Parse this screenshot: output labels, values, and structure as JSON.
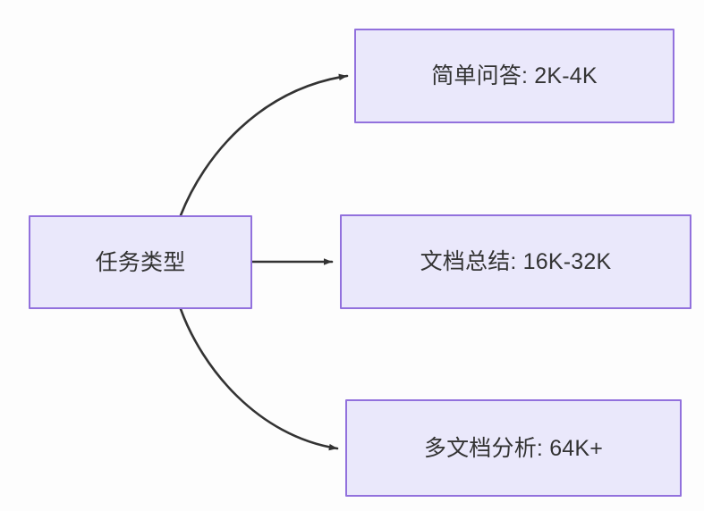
{
  "diagram": {
    "title": "任务类型",
    "type": "flowchart",
    "direction": "left-to-right",
    "background_color": "#fdfdfd",
    "node_fill": "#eae8fb",
    "node_border": "#9271dd",
    "node_text_color": "#333333",
    "edge_color": "#333333",
    "root": {
      "id": "root",
      "label": "任务类型"
    },
    "nodes": [
      {
        "id": "simple-qa",
        "label": "简单问答: 2K-4K",
        "task": "简单问答",
        "context": "2K-4K"
      },
      {
        "id": "doc-summary",
        "label": "文档总结: 16K-32K",
        "task": "文档总结",
        "context": "16K-32K"
      },
      {
        "id": "multi-doc",
        "label": "多文档分析: 64K+",
        "task": "多文档分析",
        "context": "64K+"
      }
    ],
    "edges": [
      {
        "from": "root",
        "to": "simple-qa",
        "style": "curved",
        "arrow": "triangle"
      },
      {
        "from": "root",
        "to": "doc-summary",
        "style": "straight",
        "arrow": "triangle"
      },
      {
        "from": "root",
        "to": "multi-doc",
        "style": "curved",
        "arrow": "triangle"
      }
    ]
  }
}
